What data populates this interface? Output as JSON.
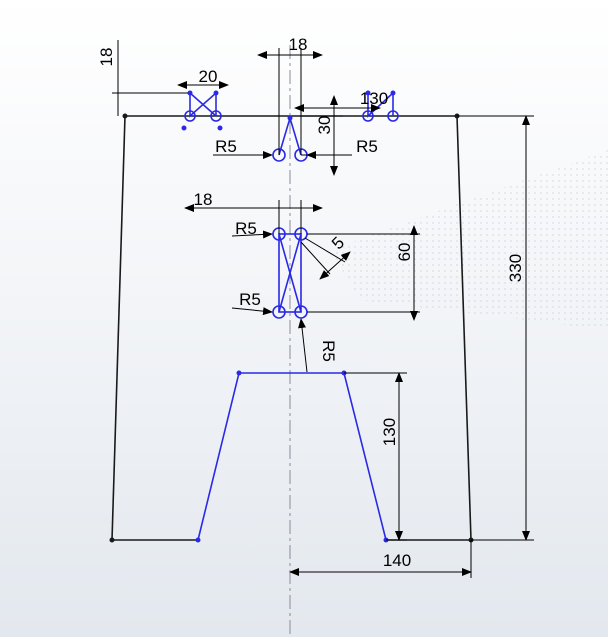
{
  "colors": {
    "edge": "#1a1a1a",
    "sketch": "#2a2ae6",
    "dimension": "#000000",
    "centerline": "#8a8a9a"
  },
  "dimensions": {
    "d_18_top_left": "18",
    "d_20": "20",
    "d_18_top_center": "18",
    "d_130_top": "130",
    "d_30": "30",
    "d_r5_upper_left": "R5",
    "d_r5_upper_right": "R5",
    "d_18_mid": "18",
    "d_r5_mid_left": "R5",
    "d_5": "5",
    "d_60": "60",
    "d_r5_lower_left": "R5",
    "d_r5_lower_right": "R5",
    "d_330": "330",
    "d_130_lower": "130",
    "d_140": "140"
  }
}
